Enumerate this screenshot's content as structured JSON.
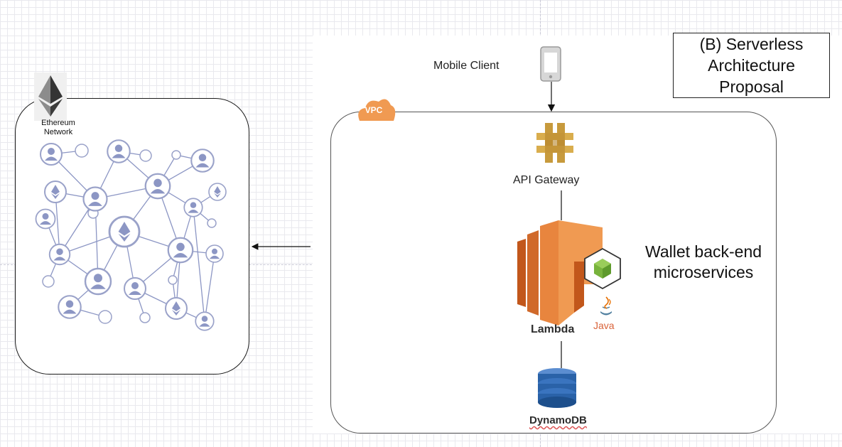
{
  "title": "(B) Serverless Architecture Proposal",
  "ethereum": {
    "label": "Ethereum Network"
  },
  "vpc": {
    "label": "VPC"
  },
  "mobile_client": {
    "label": "Mobile Client"
  },
  "api_gateway": {
    "label": "API Gateway"
  },
  "lambda": {
    "label": "Lambda",
    "runtime": "Java"
  },
  "dynamodb": {
    "label": "DynamoDB"
  },
  "wallet_backend": {
    "label": "Wallet back-end microservices"
  },
  "colors": {
    "aws_orange": "#e8853e",
    "aws_orange_dark": "#c2571b",
    "gateway_gold": "#c79a3c",
    "dynamo_blue": "#2a62a8",
    "node_purple": "#8c96c4",
    "node_green": "#78b33c"
  },
  "icons": [
    "ethereum-logo-icon",
    "cloud-icon",
    "mobile-phone-icon",
    "api-gateway-icon",
    "lambda-icon",
    "nodejs-cube-icon",
    "java-icon",
    "dynamodb-icon"
  ]
}
